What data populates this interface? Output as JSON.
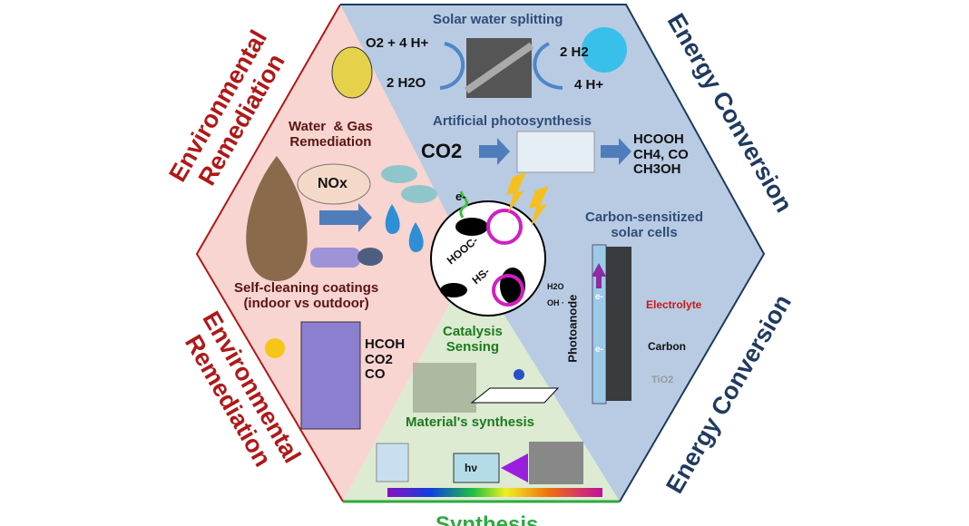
{
  "outer_labels": {
    "env_top": [
      "Environmental",
      "Remediation"
    ],
    "env_bottom": [
      "Environmental",
      "Remediation"
    ],
    "energy_top": "Energy Conversion",
    "energy_bottom": "Energy Conversion",
    "synthesis": "Synthesis"
  },
  "solar": {
    "title": "Solar water splitting",
    "left_top": "O2 + 4 H+",
    "left_bottom": "2 H2O",
    "right_top": "2 H2",
    "right_bottom": "4 H+"
  },
  "photosynthesis": {
    "title": "Artificial photosynthesis",
    "input": "CO2",
    "outputs": [
      "HCOOH",
      "CH4, CO",
      "CH3OH"
    ]
  },
  "water_gas": {
    "title": [
      "Water  & Gas",
      "Remediation"
    ],
    "cloud": "NOx"
  },
  "self_cleaning": {
    "title": [
      "Self-cleaning coatings",
      "(indoor vs outdoor)"
    ],
    "pollutants": [
      "HCOH",
      "CO2",
      "CO"
    ]
  },
  "center": {
    "electron": "e-",
    "groups": [
      "HOOC-",
      "HS-"
    ],
    "h2o": "H2O",
    "oh": "OH ·"
  },
  "dssc": {
    "title": [
      "Carbon-sensitized",
      "solar cells"
    ],
    "photoanode": "Photoanode",
    "electron": "e-",
    "electrolyte": "Electrolyte",
    "carbon": "Carbon",
    "tio2": "TiO2"
  },
  "catalysis": {
    "title": [
      "Catalysis",
      "Sensing"
    ],
    "synthesis_title": "Material's synthesis",
    "hv": "hν"
  },
  "colors": {
    "pink": "#f8d5d0",
    "blue": "#b8cbe3",
    "green": "#dcebd2",
    "red": "#b01818",
    "navy": "#1f3a5f",
    "green_text": "#1e7a1e"
  }
}
